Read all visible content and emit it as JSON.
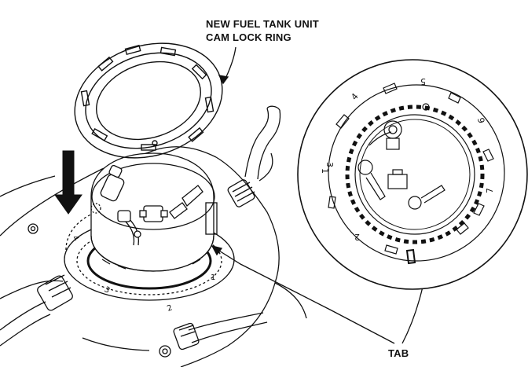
{
  "callouts": {
    "part_line1": "NEW FUEL TANK UNIT",
    "part_line2": "CAM LOCK RING",
    "tab": "TAB"
  },
  "detail_numbers": [
    "1",
    "2",
    "3",
    "4",
    "5",
    "6",
    "7"
  ],
  "colors": {
    "ink": "#111111",
    "paper": "#ffffff",
    "shade": "#dcdcdc"
  }
}
